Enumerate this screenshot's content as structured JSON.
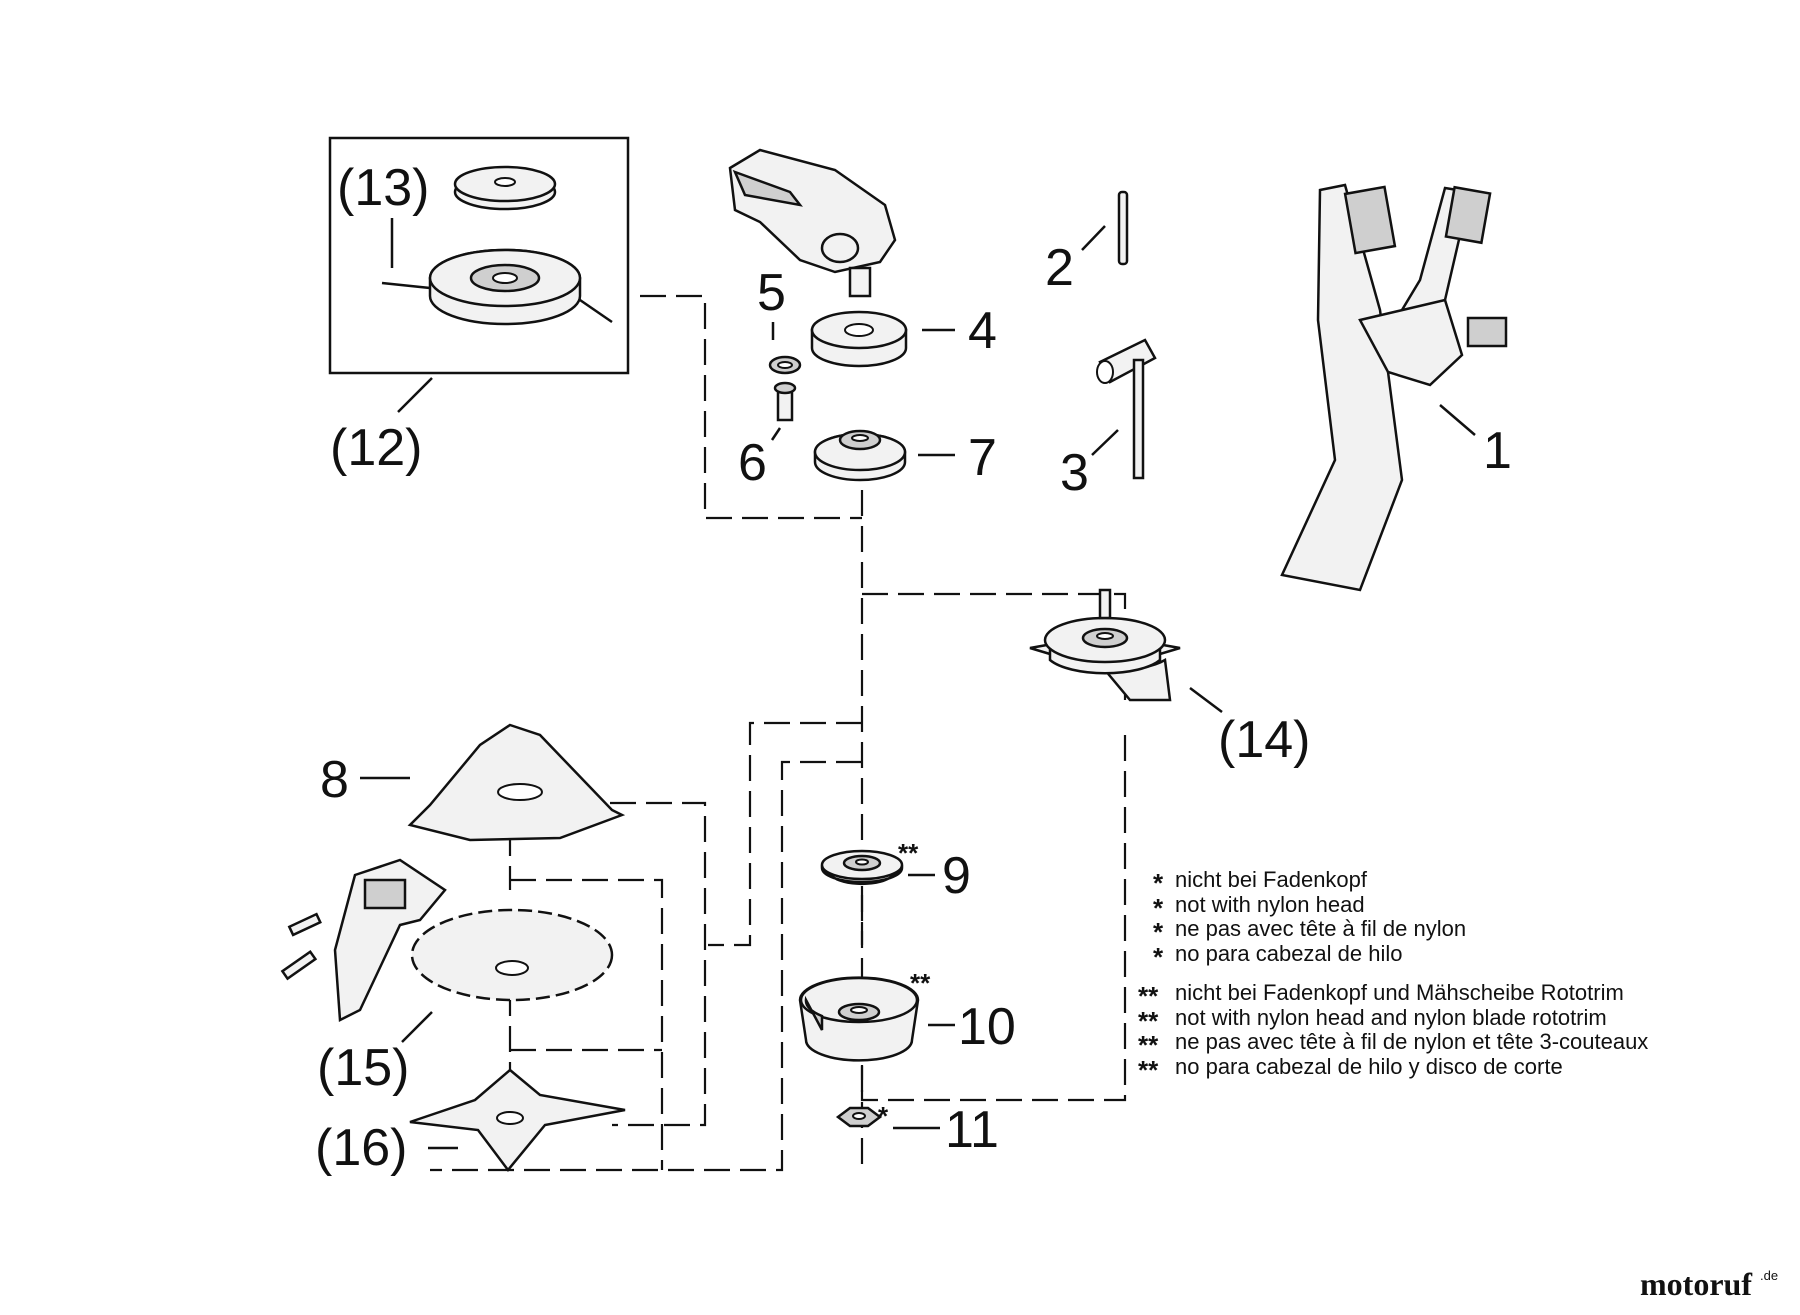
{
  "callouts": {
    "p1": "1",
    "p2": "2",
    "p3": "3",
    "p4": "4",
    "p5": "5",
    "p6": "6",
    "p7": "7",
    "p8": "8",
    "p9": "9",
    "p10": "10",
    "p11": "11",
    "p12": "(12)",
    "p13": "(13)",
    "p14": "(14)",
    "p15": "(15)",
    "p16": "(16)"
  },
  "markers": {
    "p9": "**",
    "p10": "**",
    "p11": "*"
  },
  "notes": {
    "single_star": {
      "symbol": "*",
      "lines": [
        "nicht bei Fadenkopf",
        "not with nylon head",
        "ne pas avec tête à fil de nylon",
        "no para cabezal de hilo"
      ]
    },
    "double_star": {
      "symbol": "**",
      "lines": [
        "nicht bei Fadenkopf und Mähscheibe Rototrim",
        "not with nylon head and nylon blade rototrim",
        "ne pas avec tête à fil de nylon et tête 3-couteaux",
        "no para cabezal de hilo y disco de corte"
      ]
    }
  },
  "brand": {
    "name": "motoruf",
    "suffix": ".de",
    "color_main": "#2a5aa8",
    "color_accent": "#e07a1a"
  }
}
